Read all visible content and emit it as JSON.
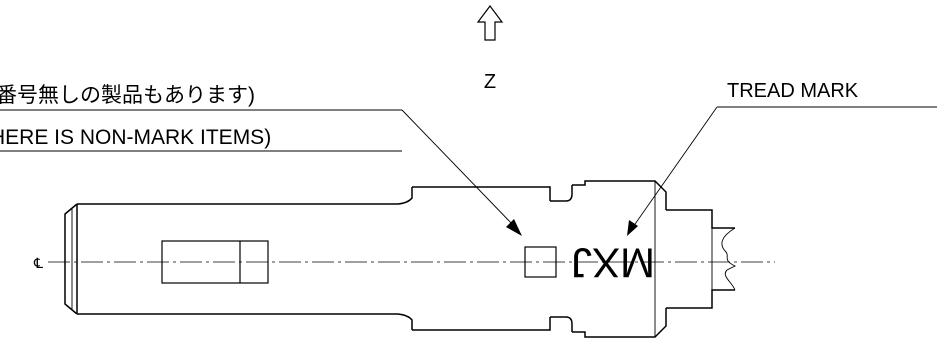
{
  "labels": {
    "note_jp": "番号無しの製品もあります)",
    "note_en": "HERE IS NON-MARK ITEMS)",
    "axis_z": "Z",
    "tread_mark": "TREAD MARK",
    "engraving": "MXJ",
    "centerline_symbol": "℄"
  },
  "icons": {
    "z_direction": "arrow-up-icon"
  },
  "colors": {
    "ink": "#000000",
    "paper": "#ffffff"
  }
}
